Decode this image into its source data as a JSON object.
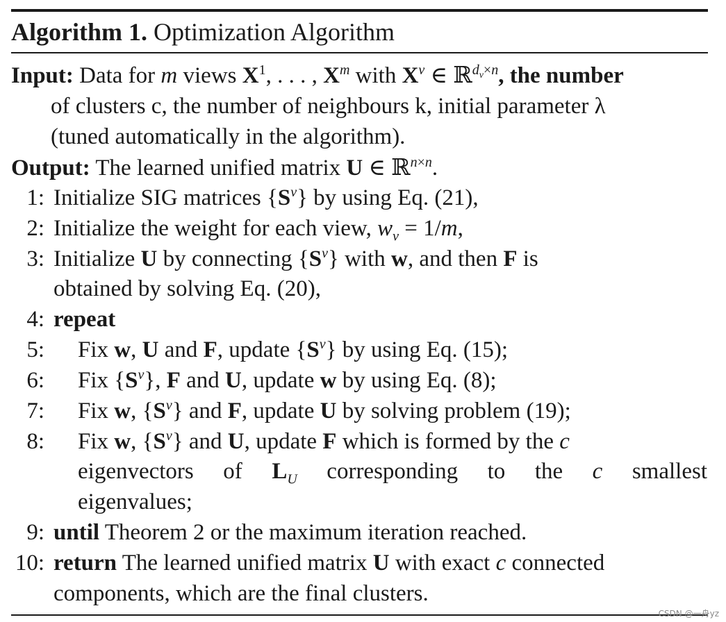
{
  "title": {
    "bold": "Algorithm 1.",
    "rest": " Optimization Algorithm"
  },
  "input": {
    "label": "Input:",
    "t1": " Data for ",
    "t2": " views ",
    "t3": ", . . . , ",
    "t4": " with ",
    "t5": ", the number",
    "line2": "of clusters c, the number of neighbours k, initial parameter λ",
    "line3": "(tuned automatically in the algorithm)."
  },
  "output": {
    "label": "Output:",
    "text": " The learned unified matrix ",
    "end": "."
  },
  "steps": {
    "n1": "1:",
    "n2": "2:",
    "n3": "3:",
    "n4": "4:",
    "n5": "5:",
    "n6": "6:",
    "n7": "7:",
    "n8": "8:",
    "n9": "9:",
    "n10": "10:",
    "s1a": "Initialize SIG matrices ",
    "s1b": " by using Eq. (21),",
    "s2a": "Initialize the weight for each view, ",
    "s2b": ",",
    "s3a": "Initialize ",
    "s3b": " by connecting ",
    "s3c": " with ",
    "s3d": ", and then ",
    "s3e": " is",
    "s3line2": "obtained by solving Eq. (20),",
    "s4": "repeat",
    "s5a": "Fix ",
    "s5b": ", ",
    "s5c": " and ",
    "s5d": ", update ",
    "s5e": " by using Eq. (15);",
    "s6a": "Fix ",
    "s6b": ", ",
    "s6c": " and ",
    "s6d": ", update ",
    "s6e": " by using Eq. (8);",
    "s7a": "Fix ",
    "s7b": ", ",
    "s7c": " and ",
    "s7d": ", update ",
    "s7e": " by solving problem (19);",
    "s8a": "Fix ",
    "s8b": ", ",
    "s8c": " and ",
    "s8d": ", update ",
    "s8e": " which is formed by the ",
    "s8line2a": "eigenvectors of ",
    "s8line2b": " corresponding to the ",
    "s8line2c": " smallest",
    "s8line3": "eigenvalues;",
    "s9a": "until",
    "s9b": " Theorem 2 or the maximum iteration reached.",
    "s10a": "return",
    "s10b": " The learned unified matrix ",
    "s10c": " with exact ",
    "s10d": " connected",
    "s10line2": "components, which are the final clusters."
  },
  "watermark": "CSDN @一舟yz"
}
